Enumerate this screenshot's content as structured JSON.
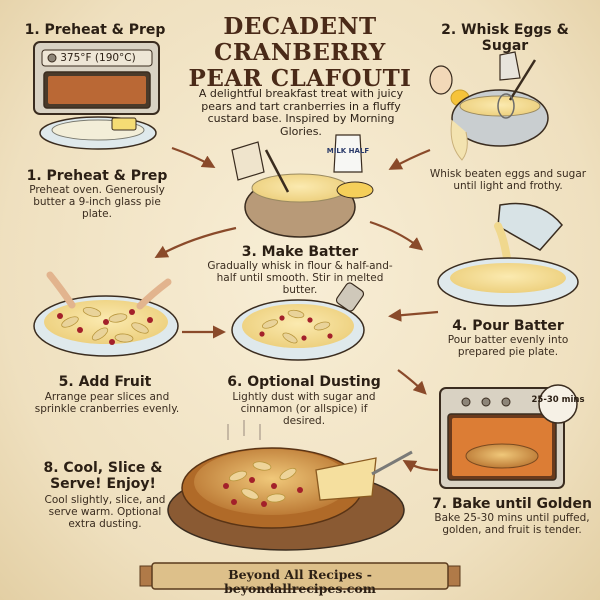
{
  "title": "DECADENT CRANBERRY PEAR CLAFOUTI",
  "intro": "A delightful breakfast treat with juicy pears and tart cranberries in a fluffy custard base. Inspired by Morning Glories.",
  "steps": [
    {
      "top_label": "1. Preheat & Prep",
      "heading": "1. Preheat & Prep",
      "desc": "Preheat oven. Generously butter a 9-inch glass pie plate.",
      "oven_display": "375°F (190°C)"
    },
    {
      "top_label": "2. Whisk Eggs & Sugar",
      "desc": "Whisk beaten eggs and sugar until light and frothy."
    },
    {
      "heading": "3. Make Batter",
      "desc": "Gradually whisk in flour & half-and-half until smooth. Stir in melted butter.",
      "carton_label": "MILK HALF"
    },
    {
      "heading": "4. Pour Batter",
      "desc": "Pour batter evenly into prepared pie plate."
    },
    {
      "heading": "5. Add Fruit",
      "desc": "Arrange pear slices and sprinkle cranberries evenly."
    },
    {
      "heading": "6. Optional Dusting",
      "desc": "Lightly dust with sugar and cinnamon (or allspice) if desired."
    },
    {
      "heading": "7. Bake until Golden",
      "desc": "Bake 25-30 mins until puffed, golden, and fruit is tender.",
      "timer": "25-30 mins"
    },
    {
      "heading": "8. Cool, Slice & Serve! Enjoy!",
      "desc": "Cool slightly, slice, and serve warm. Optional extra dusting."
    }
  ],
  "footer": "Beyond All Recipes - beyondallrecipes.com",
  "colors": {
    "background": "#f1e4c6",
    "ink": "#2b1f14",
    "title": "#4a2a18",
    "cranberry": "#a3202a",
    "batter": "#f3dc8e",
    "crust": "#c9853a",
    "wood": "#8a5a33"
  }
}
